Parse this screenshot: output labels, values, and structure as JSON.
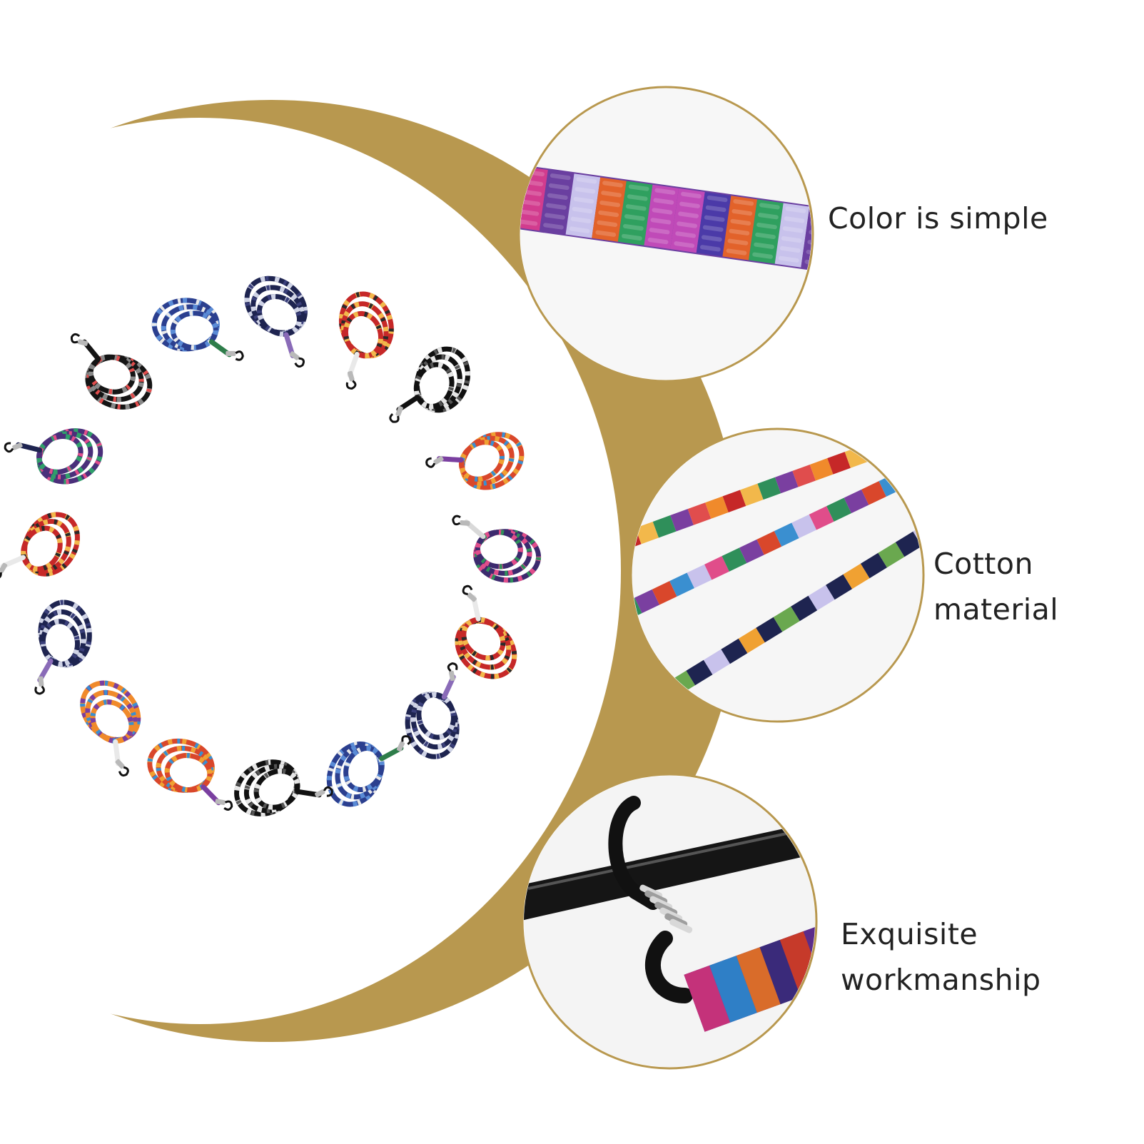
{
  "accent_color": "#b8984f",
  "features": [
    {
      "label_lines": [
        "Color is simple"
      ],
      "icon": "woven-strap-closeup-icon"
    },
    {
      "label_lines": [
        "Cotton",
        "material"
      ],
      "icon": "three-straps-closeup-icon"
    },
    {
      "label_lines": [
        "Exquisite",
        "workmanship"
      ],
      "icon": "rubber-loop-end-closeup-icon"
    }
  ],
  "product": {
    "item_count": 16,
    "strap_color_themes": [
      "blue",
      "navy",
      "red",
      "black-white",
      "multicolor",
      "purple",
      "red",
      "navy",
      "blue",
      "black-white",
      "multicolor",
      "orange-multicolor",
      "navy",
      "red",
      "purple-green",
      "black"
    ]
  }
}
